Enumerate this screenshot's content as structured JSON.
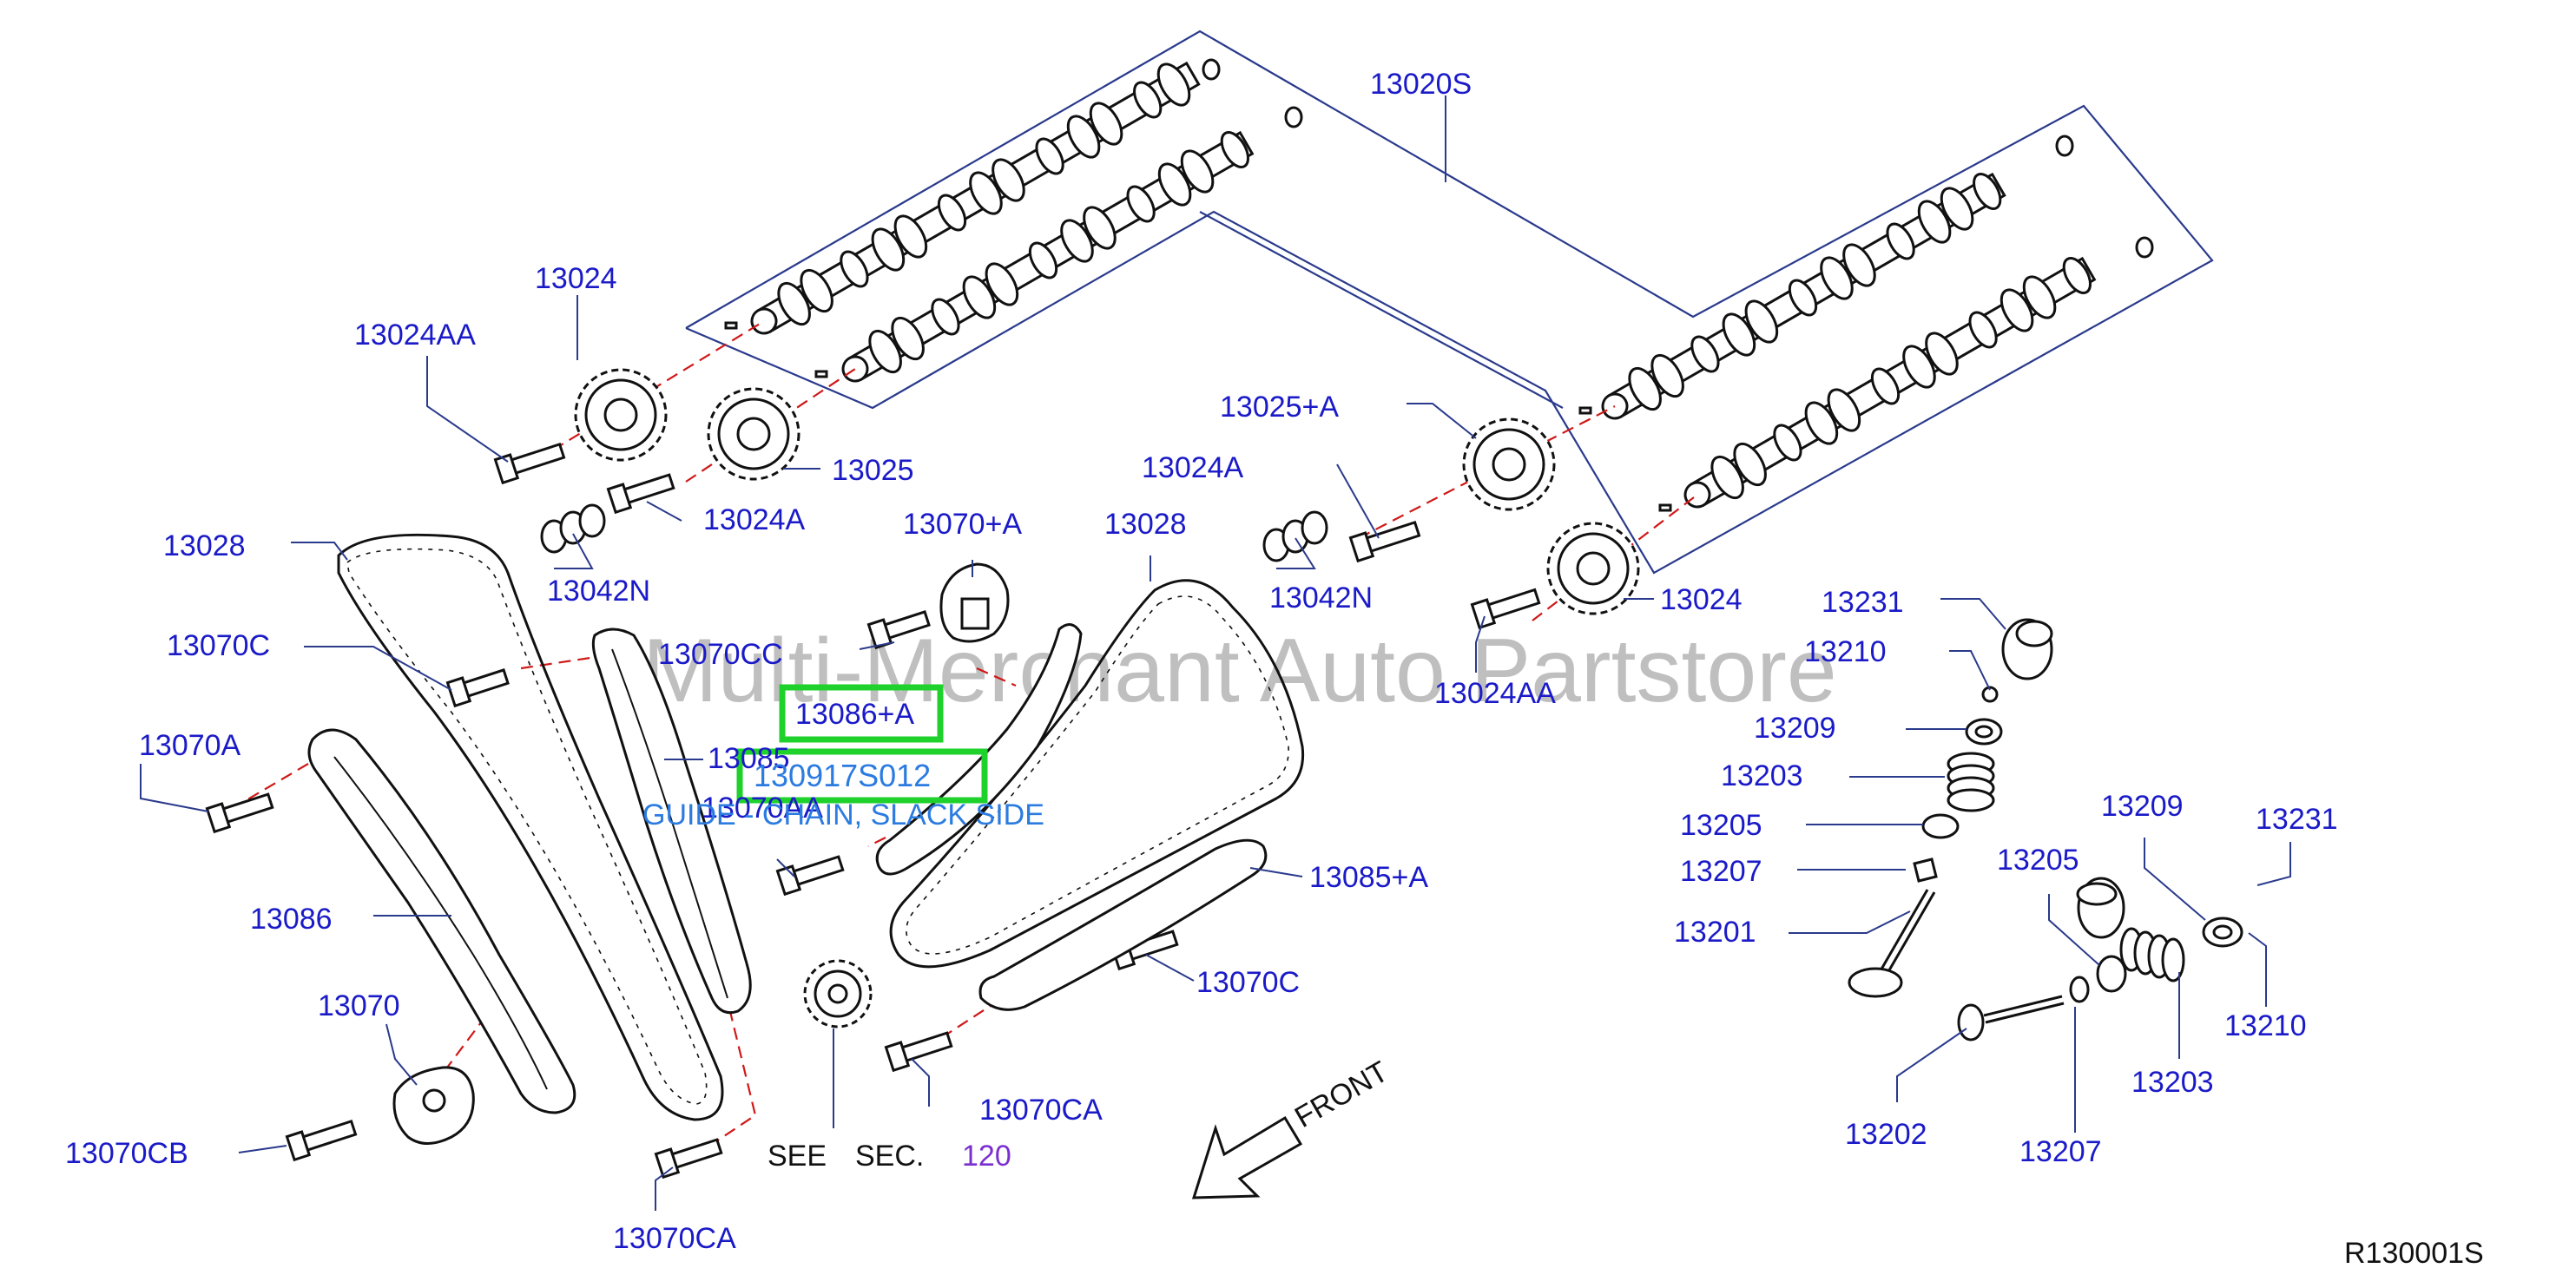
{
  "watermark": "Multi-Merchant Auto Partstore",
  "figure_id": "R130001S",
  "front_label": "FRONT",
  "see_sec": {
    "prefix": "SEE",
    "sec": "SEC.",
    "number": "120"
  },
  "highlight_labels": {
    "primary": "13086+A",
    "secondary": "130917S012"
  },
  "guide_caption": "GUIDE - CHAIN, SLACK SIDE",
  "labels": {
    "p13020S": "13020S",
    "p13024_top": "13024",
    "p13024AA_top": "13024AA",
    "p13025": "13025",
    "p13024A_left": "13024A",
    "p13042N_left": "13042N",
    "p13028_left": "13028",
    "p13070C_left": "13070C",
    "p13070A": "13070A",
    "p13086": "13086",
    "p13070": "13070",
    "p13070CB": "13070CB",
    "p13070CA_bottom": "13070CA",
    "p13085": "13085",
    "p13070AA": "13070AA",
    "p13070CC": "13070CC",
    "p13070pA": "13070+A",
    "p13028_right": "13028",
    "p13025pA": "13025+A",
    "p13024A_right": "13024A",
    "p13042N_right": "13042N",
    "p13024_right": "13024",
    "p13024AA_right": "13024AA",
    "p13085pA": "13085+A",
    "p13070C_right": "13070C",
    "p13070CA_mid": "13070CA",
    "p13231_top": "13231",
    "p13210_top": "13210",
    "p13209_left": "13209",
    "p13203_left": "13203",
    "p13205_left": "13205",
    "p13207_left": "13207",
    "p13201": "13201",
    "p13209_right": "13209",
    "p13231_right": "13231",
    "p13205_right": "13205",
    "p13210_right": "13210",
    "p13203_right": "13203",
    "p13202": "13202",
    "p13207_right": "13207"
  }
}
